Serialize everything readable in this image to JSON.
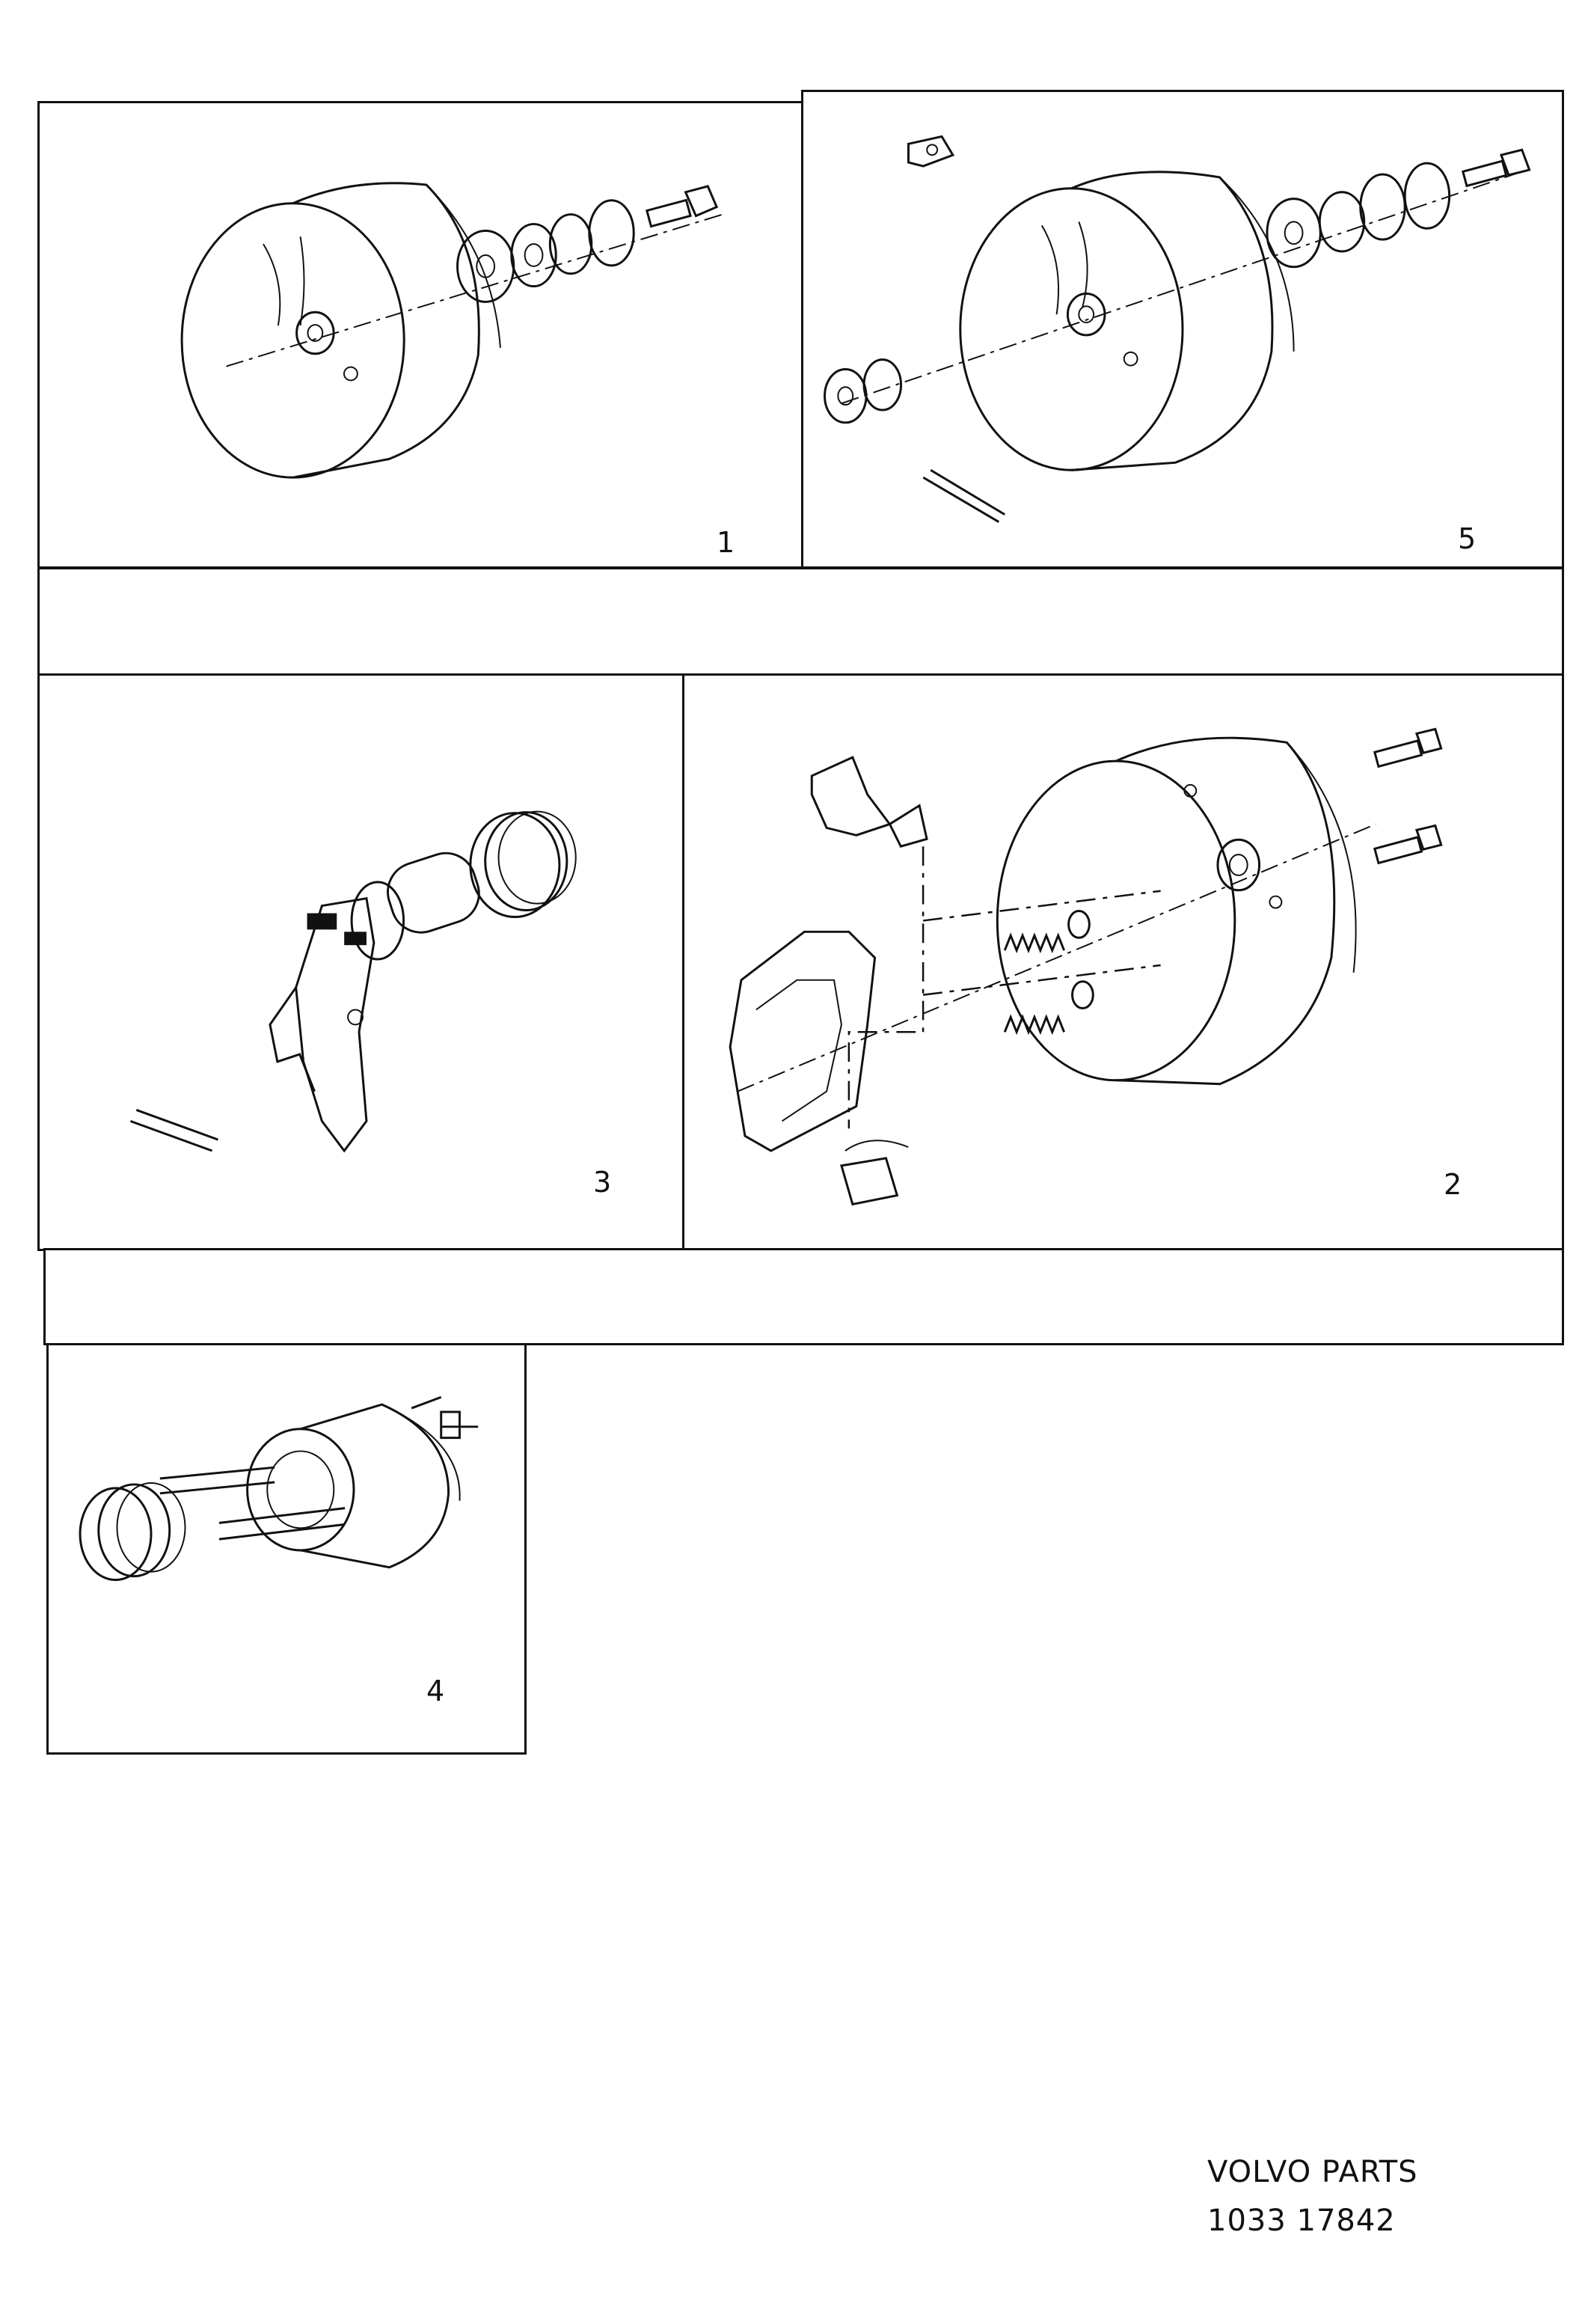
{
  "diagram": {
    "panels": [
      {
        "id": "p1",
        "label": "1"
      },
      {
        "id": "p5",
        "label": "5"
      },
      {
        "id": "p3",
        "label": "3"
      },
      {
        "id": "p2",
        "label": "2"
      },
      {
        "id": "p4",
        "label": "4"
      }
    ],
    "footer": {
      "line1": "VOLVO PARTS",
      "line2": "1033 17842"
    }
  }
}
